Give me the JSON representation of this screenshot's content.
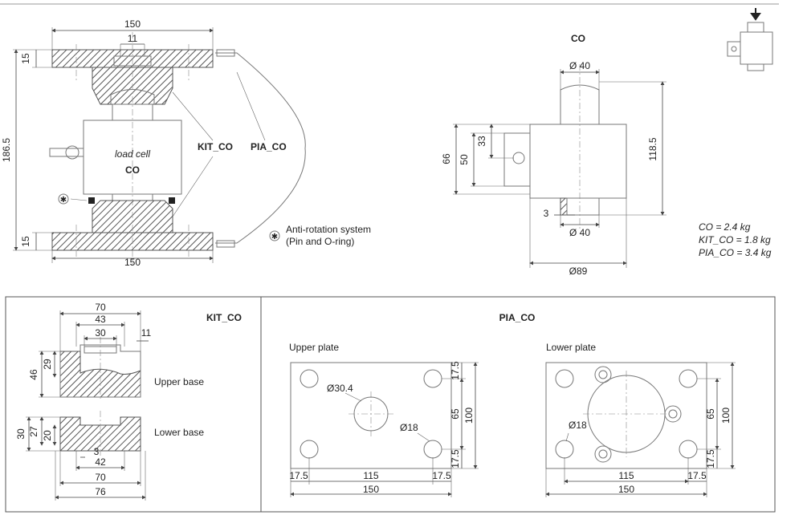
{
  "top_view": {
    "labels": {
      "load_cell": "load cell",
      "co": "CO",
      "kit_co": "KIT_CO",
      "pia_co": "PIA_CO",
      "anti_rotation_line1": "Anti-rotation system",
      "anti_rotation_line2": "(Pin and O-ring)"
    },
    "dims": {
      "width_top": "150",
      "width_bottom": "150",
      "pin": "11",
      "plate_top": "15",
      "plate_bottom": "15",
      "height": "186.5"
    }
  },
  "co_view": {
    "title": "CO",
    "dims": {
      "top_dia": "Ø 40",
      "bottom_dia": "Ø 40",
      "body_dia": "Ø89",
      "h33": "33",
      "h50": "50",
      "h66": "66",
      "h118": "118.5",
      "d3": "3"
    }
  },
  "weights": [
    "CO  = 2.4 kg",
    "KIT_CO = 1.8 kg",
    "PIA_CO = 3.4 kg"
  ],
  "kit_panel": {
    "title": "KIT_CO",
    "upper_label": "Upper base",
    "lower_label": "Lower base",
    "dims": {
      "d70top": "70",
      "d43": "43",
      "d30": "30",
      "d11": "11",
      "d46": "46",
      "d29": "29",
      "d30l": "30",
      "d27": "27",
      "d20": "20",
      "d3": "3",
      "d42": "42",
      "d70bot": "70",
      "d76": "76"
    }
  },
  "pia_panel": {
    "title": "PIA_CO",
    "upper_title": "Upper plate",
    "lower_title": "Lower plate",
    "upper_dims": {
      "hole": "Ø30.4",
      "small": "Ø18",
      "edge_top": "17.5",
      "mid": "65",
      "edge_bot": "17.5",
      "total_h": "100",
      "left": "17.5",
      "center": "115",
      "right": "17.5",
      "total_w": "150"
    },
    "lower_dims": {
      "small": "Ø18",
      "mid": "65",
      "edge_bot": "17.5",
      "total_h": "100",
      "center": "115",
      "right": "17.5",
      "total_w": "150"
    }
  }
}
